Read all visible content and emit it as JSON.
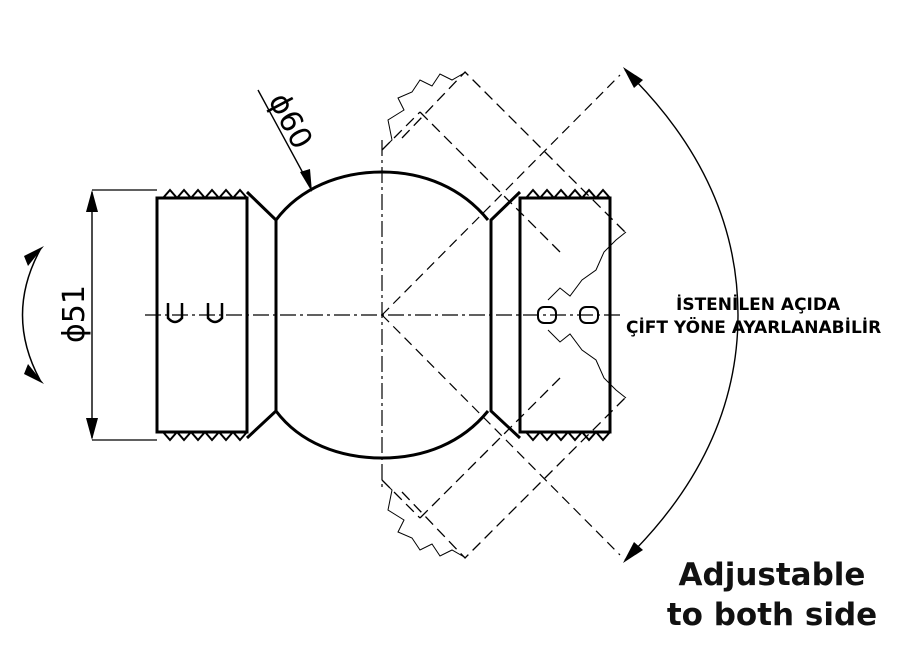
{
  "diagram": {
    "dimensions": {
      "ball_diameter": "ϕ60",
      "tube_diameter": "ϕ51"
    },
    "note": {
      "line1": "İSTENİLEN AÇIDA",
      "line2": "ÇİFT YÖNE AYARLANABİLİR"
    },
    "caption": {
      "line1": "Adjustable",
      "line2": "to both side"
    },
    "colors": {
      "line": "#000000",
      "background": "#ffffff"
    }
  }
}
